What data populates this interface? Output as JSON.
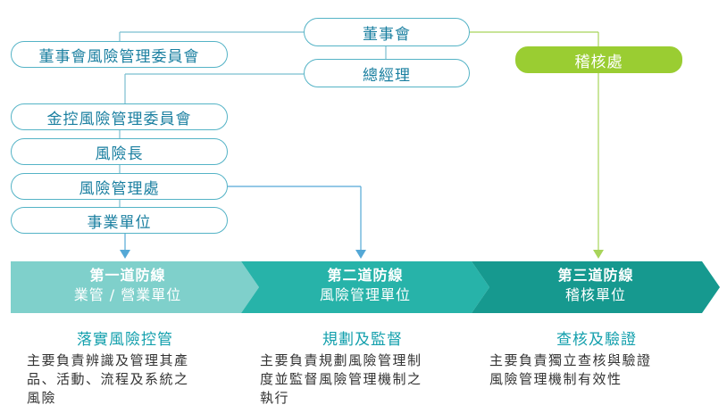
{
  "org": {
    "board": "董事會",
    "board_risk_committee": "董事會風險管理委員會",
    "president": "總經理",
    "audit_office": "稽核處",
    "holding_risk_committee": "金控風險管理委員會",
    "cro": "風險長",
    "risk_dept": "風險管理處",
    "business_unit": "事業單位"
  },
  "lines": [
    {
      "title": "第一道防線",
      "subtitle": "業管 / 營業單位",
      "heading": "落實風險控管",
      "desc": [
        "主要負責辨識及管理其產",
        "品、活動、流程及系統之",
        "風險"
      ]
    },
    {
      "title": "第二道防線",
      "subtitle": "風險管理單位",
      "heading": "規劃及監督",
      "desc": [
        "主要負責規劃風險管理制",
        "度並監督風險管理機制之",
        "執行"
      ]
    },
    {
      "title": "第三道防線",
      "subtitle": "稽核單位",
      "heading": "查核及驗證",
      "desc": [
        "主要負責獨立查核與驗證",
        "風險管理機制有效性"
      ]
    }
  ],
  "colors": {
    "line1": "#7fd0cb",
    "line2": "#27b3a9",
    "line3": "#16998f",
    "pill_border": "#54b3c6",
    "audit": "#9acd32"
  }
}
